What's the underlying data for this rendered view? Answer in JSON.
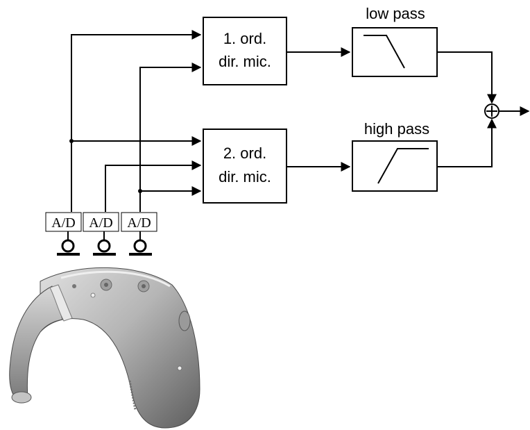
{
  "blocks": {
    "dirmic1": {
      "line1": "1. ord.",
      "line2": "dir. mic."
    },
    "dirmic2": {
      "line1": "2. ord.",
      "line2": "dir. mic."
    }
  },
  "filters": {
    "lowpass": {
      "title": "low pass"
    },
    "highpass": {
      "title": "high pass"
    }
  },
  "adc": {
    "label": "A/D"
  },
  "summer": {
    "symbol": "+"
  },
  "colors": {
    "line": "#000000",
    "device_body": "#b8b8b8",
    "device_shadow": "#6a6a6a",
    "background": "#ffffff"
  },
  "icons": {
    "microphone": "microphone-icon",
    "hearing_aid": "hearing-aid-icon"
  }
}
